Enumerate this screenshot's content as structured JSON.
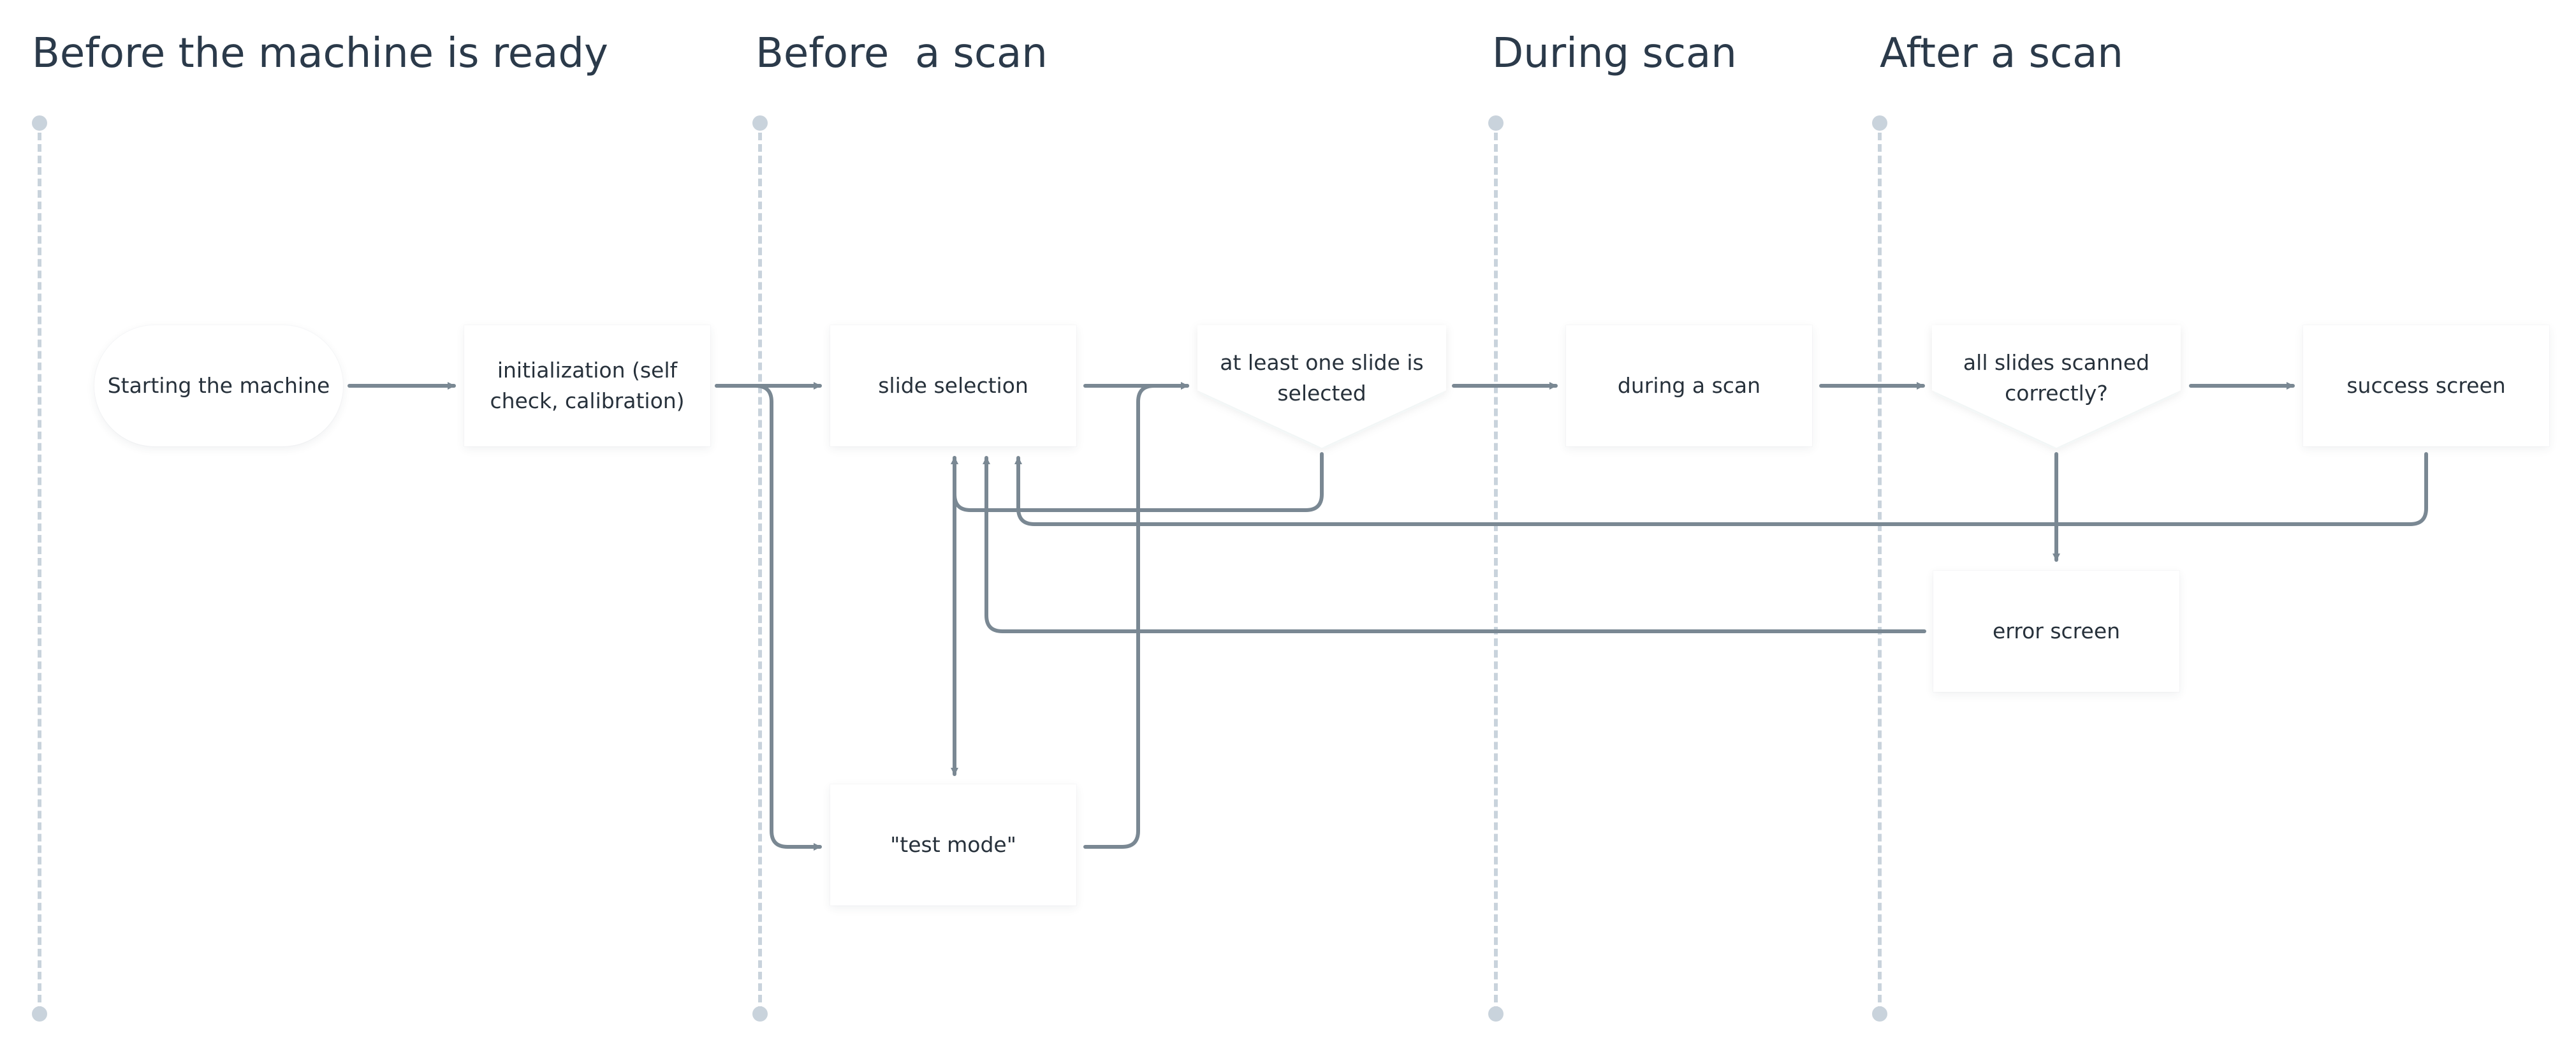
{
  "phases": [
    {
      "id": "before-ready",
      "title": "Before the machine is ready"
    },
    {
      "id": "before-scan",
      "title": "Before  a scan"
    },
    {
      "id": "during-scan",
      "title": "During scan"
    },
    {
      "id": "after-scan",
      "title": "After a scan"
    }
  ],
  "nodes": {
    "start": {
      "label": "Starting the machine",
      "shape": "terminator"
    },
    "init": {
      "label": "initialization (self check, calibration)",
      "shape": "process"
    },
    "slide_selection": {
      "label": "slide selection",
      "shape": "process"
    },
    "test_mode": {
      "label": "\"test mode\"",
      "shape": "process"
    },
    "slide_selected_check": {
      "label": "at least one slide is selected",
      "shape": "decision"
    },
    "during_scan": {
      "label": "during a scan",
      "shape": "process"
    },
    "scanned_check": {
      "label": "all slides scanned correctly?",
      "shape": "decision"
    },
    "success": {
      "label": "success screen",
      "shape": "process"
    },
    "error": {
      "label": "error screen",
      "shape": "process"
    }
  },
  "edges": [
    {
      "from": "start",
      "to": "init"
    },
    {
      "from": "init",
      "to": "slide_selection"
    },
    {
      "from": "init",
      "to": "test_mode"
    },
    {
      "from": "slide_selection",
      "to": "slide_selected_check"
    },
    {
      "from": "test_mode",
      "to": "slide_selected_check"
    },
    {
      "from": "slide_selected_check",
      "to": "slide_selection"
    },
    {
      "from": "slide_selected_check",
      "to": "during_scan"
    },
    {
      "from": "slide_selection",
      "to": "test_mode",
      "bidirectional": true
    },
    {
      "from": "during_scan",
      "to": "scanned_check"
    },
    {
      "from": "scanned_check",
      "to": "success"
    },
    {
      "from": "scanned_check",
      "to": "error"
    },
    {
      "from": "success",
      "to": "slide_selection"
    },
    {
      "from": "error",
      "to": "slide_selection"
    }
  ],
  "colors": {
    "edge": "#7a8893",
    "lane": "#c9d3dc",
    "title": "#2b3a4a",
    "node_text": "#27313b"
  }
}
